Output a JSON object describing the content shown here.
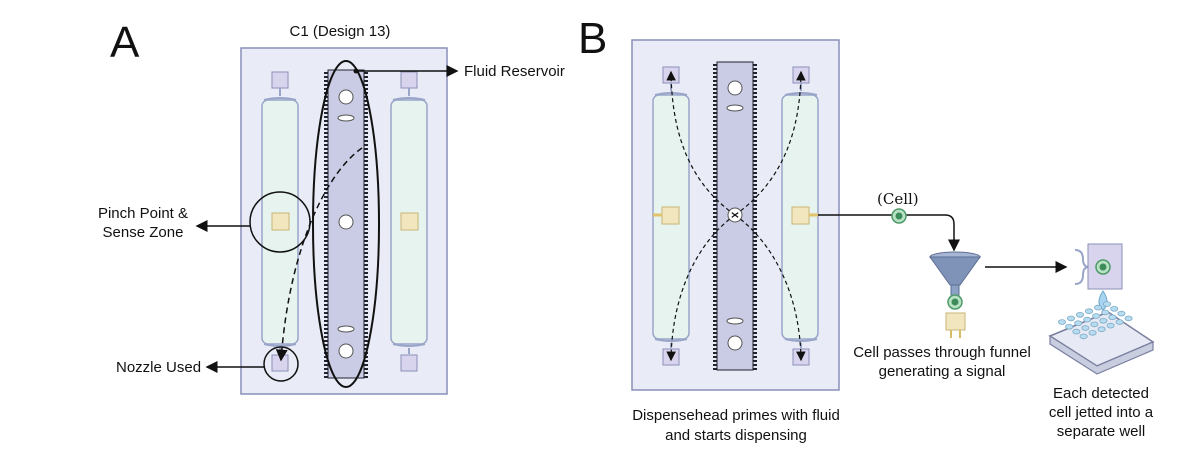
{
  "panel_a": {
    "letter": "A",
    "title": "C1 (Design 13)",
    "label_fluid_reservoir": "Fluid Reservoir",
    "label_pinch_line1": "Pinch Point &",
    "label_pinch_line2": "Sense Zone",
    "label_nozzle": "Nozzle Used"
  },
  "panel_b": {
    "letter": "B",
    "label_cell": "(Cell)",
    "label_dispense_line1": "Dispensehead primes with fluid",
    "label_dispense_line2": "and starts dispensing",
    "label_funnel_line1": "Cell passes through funnel",
    "label_funnel_line2": "generating a signal",
    "label_well_line1": "Each detected",
    "label_well_line2": "cell jetted into a",
    "label_well_line3": "separate well"
  },
  "colors": {
    "chip_bg": "#e9ebf6",
    "chip_border": "#8a8fb8",
    "channel_fill": "#e6f3ee",
    "channel_stroke": "#9aa6c9",
    "reservoir_fill": "#c9cce4",
    "sense_pad": "#f2e6bf",
    "nozzle_fill": "#d9d4ee",
    "cell_fill": "#6cc08a",
    "funnel_fill": "#7f93b8"
  }
}
